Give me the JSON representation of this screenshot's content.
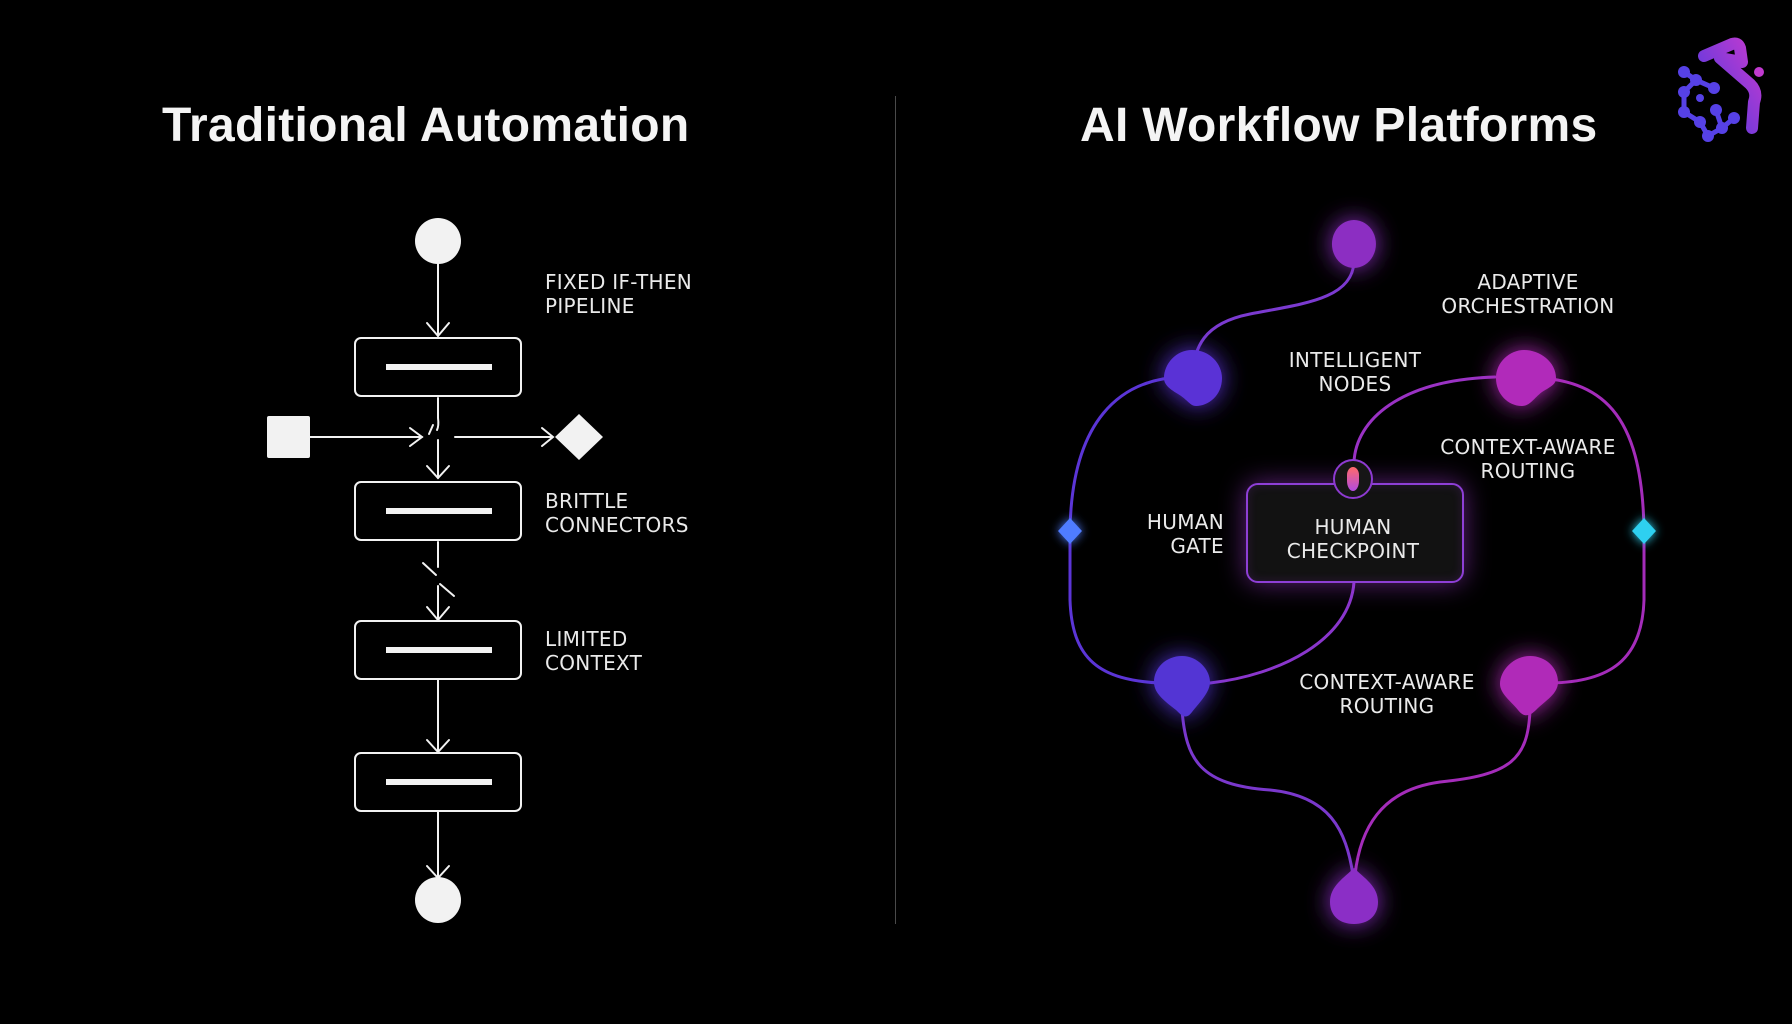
{
  "left": {
    "title": "Traditional Automation",
    "labels": {
      "pipeline": [
        "FIXED IF-THEN",
        "PIPELINE"
      ],
      "connectors": [
        "BRITTLE",
        "CONNECTORS"
      ],
      "context": [
        "LIMITED",
        "CONTEXT"
      ]
    }
  },
  "right": {
    "title": "AI Workflow Platforms",
    "labels": {
      "adaptive": [
        "ADAPTIVE",
        "ORCHESTRATION"
      ],
      "intelligent": [
        "INTELLIGENT",
        "NODES"
      ],
      "routing_top": [
        "CONTEXT-AWARE",
        "ROUTING"
      ],
      "human_gate": [
        "HUMAN",
        "GATE"
      ],
      "checkpoint": [
        "HUMAN",
        "CHECKPOINT"
      ],
      "routing_bottom": [
        "CONTEXT-AWARE",
        "ROUTING"
      ]
    },
    "colors": {
      "violet": "#5b35d6",
      "purple": "#8f35c9",
      "magenta": "#b52bb8",
      "blue_diamond": "#4f7cff",
      "cyan_diamond": "#2fd0f0"
    }
  },
  "logo": {
    "icon": "s-network-logo-icon"
  }
}
